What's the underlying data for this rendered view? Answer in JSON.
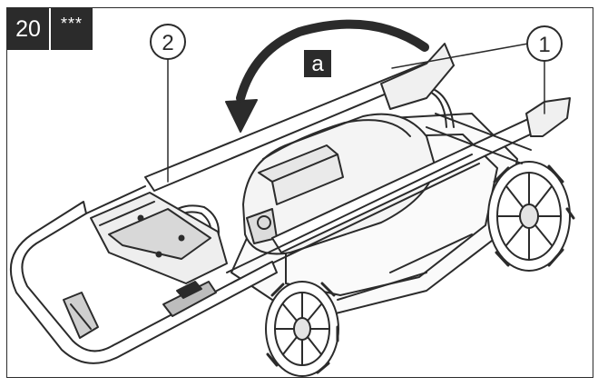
{
  "step_badge": "20",
  "difficulty_badge": "***",
  "callouts": {
    "one": "1",
    "two": "2",
    "a": "a"
  },
  "colors": {
    "ink": "#2b2b2b",
    "badge_bg": "#2b2b2b",
    "badge_text": "#ffffff"
  },
  "icons": [
    "rotation-arrow-icon"
  ]
}
